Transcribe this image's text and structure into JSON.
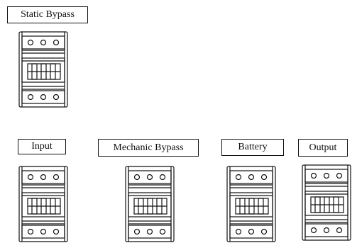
{
  "breakers": [
    {
      "label": "Static Bypass"
    },
    {
      "label": "Input"
    },
    {
      "label": "Mechanic Bypass"
    },
    {
      "label": "Battery"
    },
    {
      "label": "Output"
    }
  ]
}
